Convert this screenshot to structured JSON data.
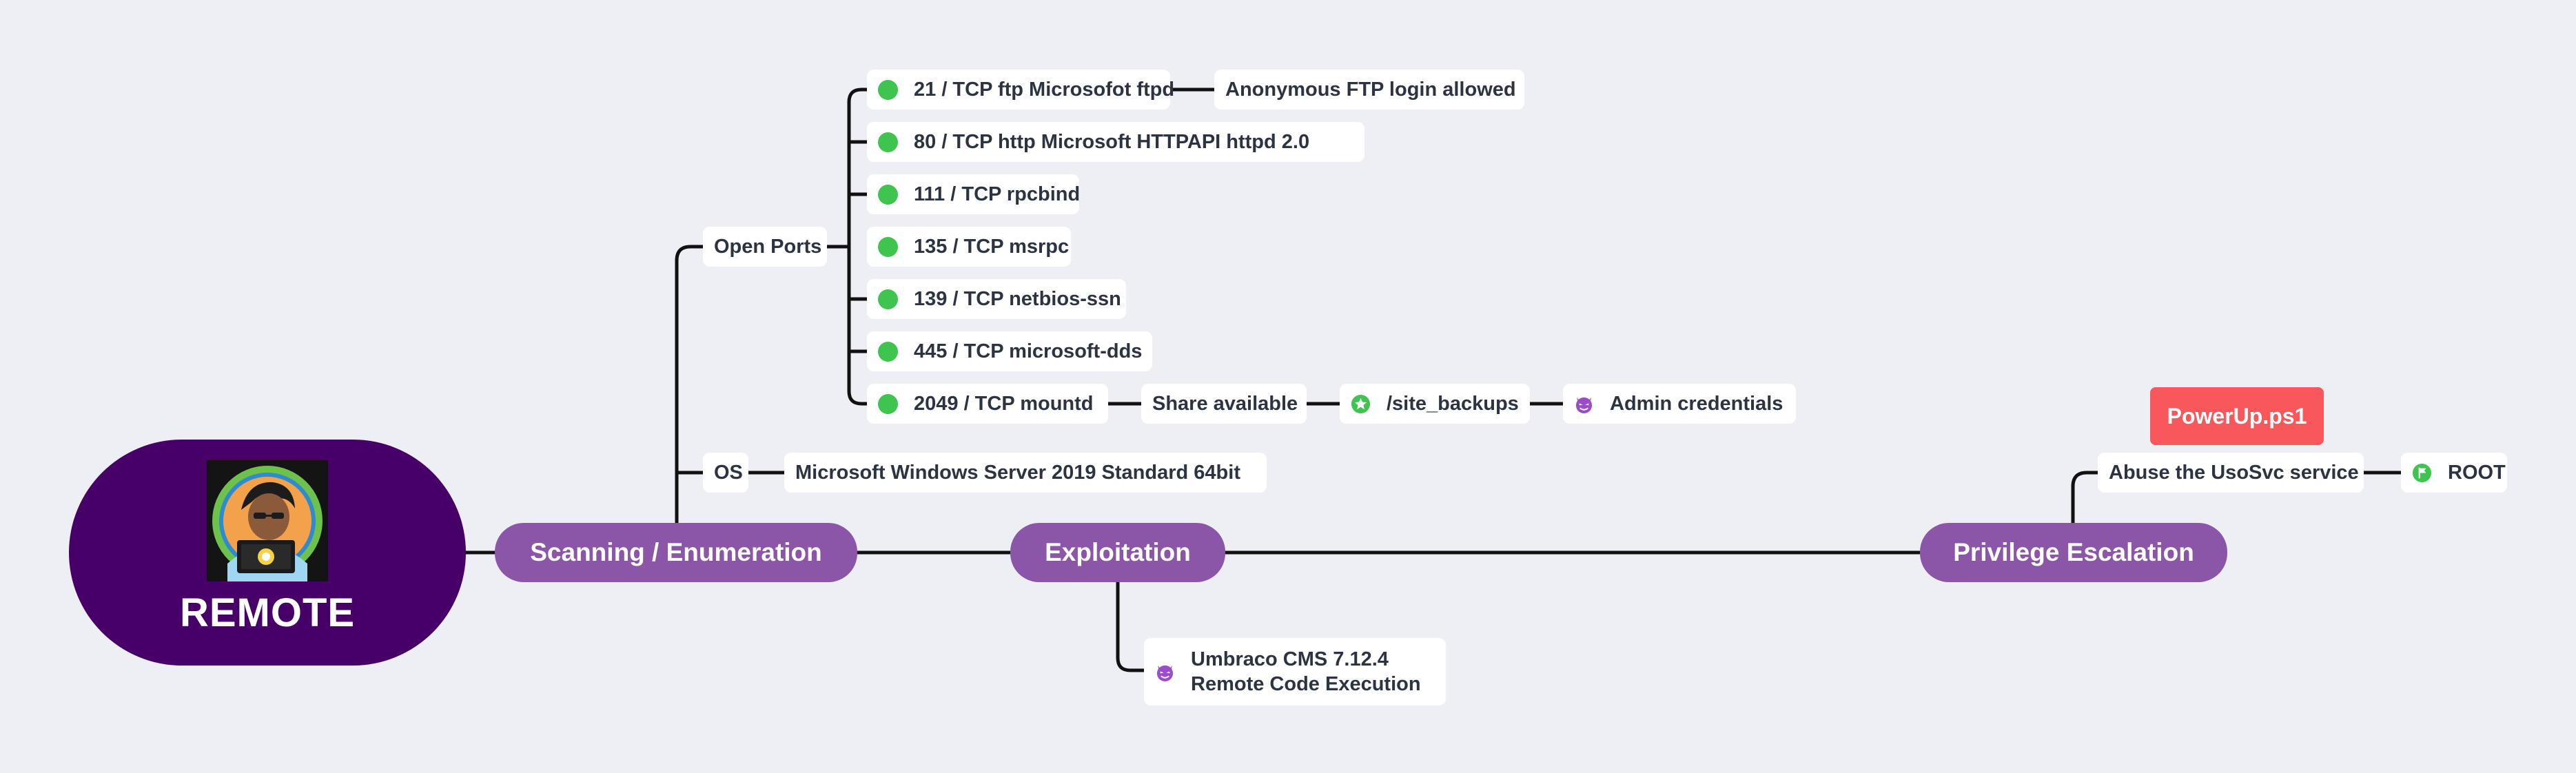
{
  "root": {
    "title": "REMOTE",
    "avatar_icon": "hacker-avatar-icon"
  },
  "branches": {
    "scanning": {
      "label": "Scanning / Enumeration",
      "open_ports_label": "Open Ports",
      "ports": [
        {
          "text": "21 / TCP ftp Microsofot ftpd",
          "child": "Anonymous FTP login allowed"
        },
        {
          "text": "80 / TCP  http  Microsoft HTTPAPI httpd 2.0"
        },
        {
          "text": "111 / TCP  rpcbind"
        },
        {
          "text": "135 / TCP  msrpc"
        },
        {
          "text": "139 / TCP  netbios-ssn"
        },
        {
          "text": "445 / TCP  microsoft-dds"
        },
        {
          "text": "2049 / TCP  mountd",
          "child": "Share available",
          "grandchild": "/site_backups",
          "greatgrandchild": "Admin credentials"
        }
      ],
      "os_label": "OS",
      "os_value": "Microsoft Windows Server 2019 Standard 64bit"
    },
    "exploitation": {
      "label": "Exploitation",
      "child_line1": "Umbraco CMS 7.12.4",
      "child_line2": "Remote Code Execution"
    },
    "privesc": {
      "label": "Privilege Escalation",
      "child": "Abuse the UsoSvc service",
      "tag": "PowerUp.ps1",
      "result": "ROOT"
    }
  },
  "colors": {
    "background": "#eeeff4",
    "root": "#460068",
    "branch": "#8c56a8",
    "status_dot": "#3ec44f",
    "tag": "#f8575c",
    "devil_icon": "#9b4dc9"
  },
  "icons": {
    "port_status": "green-dot-icon",
    "share": "star-badge-icon",
    "credentials": "devil-face-icon",
    "exploit": "devil-face-icon",
    "root": "flag-icon"
  }
}
